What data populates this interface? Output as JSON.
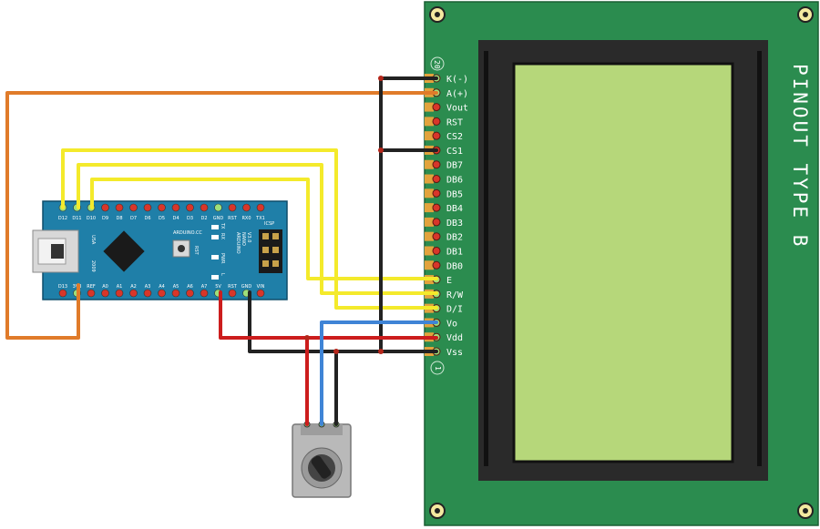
{
  "lcd": {
    "side_title": "PINOUT TYPE B",
    "marker_top": "20",
    "marker_bottom": "1",
    "screen_color": "#b6d77a",
    "board_color": "#2b8c4f",
    "pins": [
      "K(-)",
      "A(+)",
      "Vout",
      "RST",
      "CS2",
      "CS1",
      "DB7",
      "DB6",
      "DB5",
      "DB4",
      "DB3",
      "DB2",
      "DB1",
      "DB0",
      "E",
      "R/W",
      "D/I",
      "Vo",
      "Vdd",
      "Vss"
    ]
  },
  "nano": {
    "board_color": "#1f7fa8",
    "top_pins": [
      "D12",
      "D11",
      "D10",
      "D9",
      "D8",
      "D7",
      "D6",
      "D5",
      "D4",
      "D3",
      "D2",
      "GND",
      "RST",
      "RX0",
      "TX1"
    ],
    "bottom_pins": [
      "D13",
      "3V3",
      "REF",
      "A0",
      "A1",
      "A2",
      "A3",
      "A4",
      "A5",
      "A6",
      "A7",
      "5V",
      "RST",
      "GND",
      "VIN"
    ],
    "brand": "ARDUINO.CC",
    "model_lines": [
      "ARDUINO",
      "NANO",
      "V3.0"
    ],
    "usa": "USA",
    "year": "2009",
    "icsp": "ICSP",
    "led_labels": [
      "TX",
      "RX",
      "PWR",
      "L"
    ],
    "rst": "RST"
  },
  "wire_colors": {
    "orange": "#e07b2a",
    "yellow": "#f4ea2b",
    "black": "#222222",
    "red": "#cc1d1d",
    "blue": "#3f84d6"
  }
}
